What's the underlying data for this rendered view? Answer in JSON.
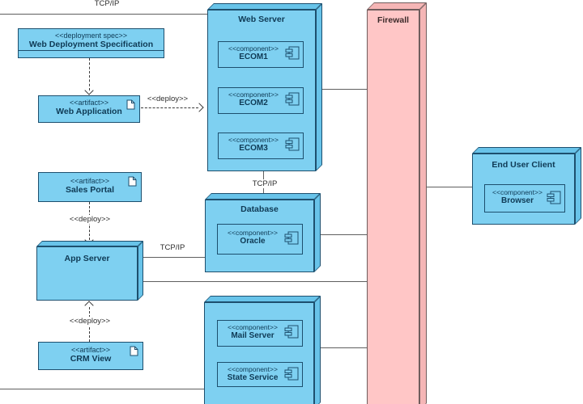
{
  "diagram_type": "uml-deployment-diagram",
  "colors": {
    "node_fill": "#7ed0f1",
    "node_side": "#68c3e9",
    "node_border": "#1d4f6e",
    "firewall_fill": "#ffc6c6",
    "firewall_side": "#f5b6b6",
    "firewall_border": "#6f5c5c",
    "connector": "#5f5f5f",
    "text": "#0f3a55"
  },
  "labels": {
    "tcpip_top": "TCP/IP",
    "tcpip_web_db": "TCP/IP",
    "tcpip_app_db": "TCP/IP",
    "deploy_web_app": "<<deploy>>",
    "deploy_sales": "<<deploy>>",
    "deploy_crm": "<<deploy>>"
  },
  "spec_box": {
    "stereotype": "<<deployment spec>>",
    "name": "Web Deployment Specification"
  },
  "artifacts": {
    "web_application": {
      "stereotype": "<<artifact>>",
      "name": "Web Application"
    },
    "sales_portal": {
      "stereotype": "<<artifact>>",
      "name": "Sales Portal"
    },
    "crm_view": {
      "stereotype": "<<artifact>>",
      "name": "CRM View"
    }
  },
  "nodes": {
    "web_server": {
      "title": "Web Server",
      "components": [
        {
          "stereotype": "<<component>>",
          "name": "ECOM1"
        },
        {
          "stereotype": "<<component>>",
          "name": "ECOM2"
        },
        {
          "stereotype": "<<component>>",
          "name": "ECOM3"
        }
      ]
    },
    "database": {
      "title": "Database",
      "components": [
        {
          "stereotype": "<<component>>",
          "name": "Oracle"
        }
      ]
    },
    "app_server": {
      "title": "App Server"
    },
    "services": {
      "components": [
        {
          "stereotype": "<<component>>",
          "name": "Mail Server"
        },
        {
          "stereotype": "<<component>>",
          "name": "State Service"
        }
      ]
    },
    "firewall": {
      "title": "Firewall"
    },
    "end_user_client": {
      "title": "End User Client",
      "components": [
        {
          "stereotype": "<<component>>",
          "name": "Browser"
        }
      ]
    }
  }
}
